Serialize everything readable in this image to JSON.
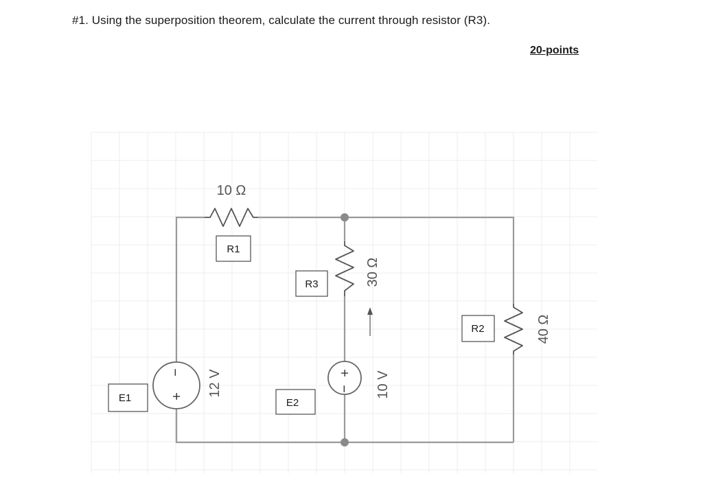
{
  "question": {
    "text": "#1.  Using the superposition theorem, calculate the current through resistor (R3)."
  },
  "points": {
    "text": "20-points"
  },
  "circuit": {
    "components": {
      "R1": {
        "label": "R1",
        "value": "10 Ω"
      },
      "R2": {
        "label": "R2",
        "value": "40 Ω"
      },
      "R3": {
        "label": "R3",
        "value": "30 Ω"
      },
      "E1": {
        "label": "E1",
        "value": "12 V"
      },
      "E2": {
        "label": "E2",
        "value": "10 V"
      }
    },
    "signs": {
      "plus": "+",
      "minus": "−"
    },
    "colors": {
      "wire": "#9a9a9a",
      "node": "#8a8a8a",
      "grid": "#ececec"
    }
  }
}
